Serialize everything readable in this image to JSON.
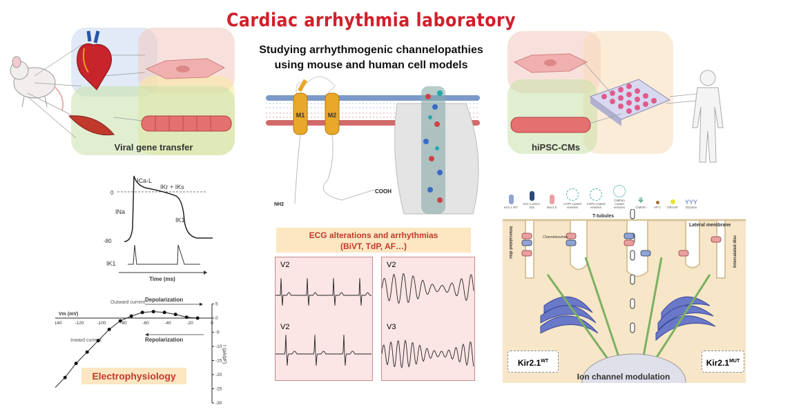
{
  "title": "Cardiac arrhythmia laboratory",
  "subtitle": [
    "Studying arrhythmogenic channelopathies",
    "using mouse and human cell models"
  ],
  "left_panel": {
    "label": "Viral gene transfer"
  },
  "right_panel": {
    "label": "hiPSC-CMs"
  },
  "channel_structure": {
    "labels": [
      "M1",
      "M2",
      "NH2",
      "COOH"
    ]
  },
  "action_potential": {
    "labels": {
      "ical": "ICa-L",
      "ikr_iks": "IKr + IKs",
      "ina": "INa",
      "ik1": "IK1",
      "ik1_trace": "IK1",
      "zero": "0",
      "minus80": "-80",
      "time": "Time (ms)"
    }
  },
  "iv_curve": {
    "xlabel": "Vm  (mV)",
    "ylabel": "I (pA/pF)",
    "xticks": [
      -140,
      -120,
      -100,
      -80,
      -60,
      -40,
      -20,
      0
    ],
    "yticks": [
      5,
      0,
      -5,
      -10,
      -15,
      -20,
      -25,
      -30
    ],
    "outward": "Outward current",
    "inward": "Inward current",
    "depolarization": "Depolarization",
    "repolarization": "Repolarization",
    "points": [
      [
        -133,
        -21
      ],
      [
        -123,
        -16
      ],
      [
        -113,
        -12
      ],
      [
        -103,
        -8
      ],
      [
        -93,
        -4
      ],
      [
        -83,
        -1
      ],
      [
        -73,
        0.7
      ],
      [
        -63,
        2
      ],
      [
        -53,
        2.3
      ],
      [
        -43,
        2
      ],
      [
        -33,
        1.3
      ],
      [
        -23,
        0.3
      ],
      [
        -13,
        0
      ]
    ]
  },
  "electrophysiology_label": "Electrophysiology",
  "ecg": {
    "title_line1": "ECG alterations and arrhythmias",
    "title_line2": "(BiVT, TdP, AF…)",
    "leads": [
      "V2",
      "V2",
      "V2",
      "V3"
    ]
  },
  "ion_channel": {
    "legend": [
      "Kir2.1 WT",
      "Kir2.1 Δ314-315",
      "Nav1.5",
      "COPI coated vesicles",
      "COPII coated vesicles",
      "Clathrin coated vesicles",
      "Clathrin",
      "AP-1",
      "GRASP",
      "Glycans"
    ],
    "t_tubules": "T-tubules",
    "lateral_membrane": "Lateral membrane",
    "channelosomes": "Channelosomes",
    "intercalated_disc": "Intercalated disc",
    "wt": "Kir2.1",
    "wt_sup": "WT",
    "mut": "Kir2.1",
    "mut_sup": "MUT",
    "caption": "Ion channel modulation",
    "colors": {
      "kir_wt": "#8fa3d6",
      "kir_mut": "#2d4a7a",
      "nav": "#e8a0a0",
      "cell": "#f7e6c8",
      "golgi": "#6a78c8"
    }
  }
}
